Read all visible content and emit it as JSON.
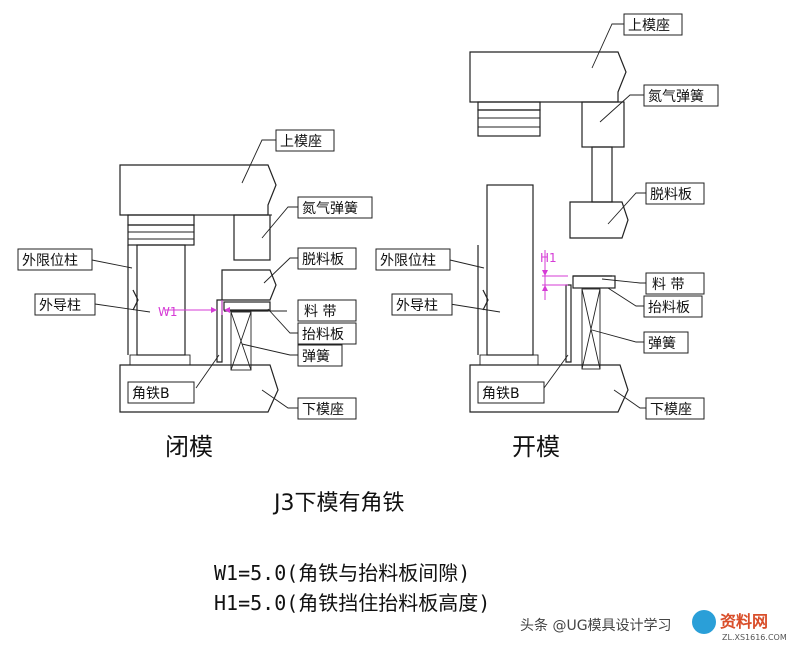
{
  "closed": {
    "caption": "闭模",
    "labels": {
      "upper_die_seat": "上模座",
      "nitrogen_spring": "氮气弹簧",
      "stripper_plate": "脱料板",
      "outer_limit_post": "外限位柱",
      "outer_guide_post": "外导柱",
      "material_strip": "料  带",
      "lifter_plate": "抬料板",
      "spring": "弹簧",
      "angle_iron": "角铁B",
      "lower_die_seat": "下模座"
    },
    "dim_label": "W1"
  },
  "open": {
    "caption": "开模",
    "labels": {
      "upper_die_seat": "上模座",
      "nitrogen_spring": "氮气弹簧",
      "stripper_plate": "脱料板",
      "outer_limit_post": "外限位柱",
      "outer_guide_post": "外导柱",
      "material_strip": "料  带",
      "lifter_plate": "抬料板",
      "spring": "弹簧",
      "angle_iron": "角铁B",
      "lower_die_seat": "下模座"
    },
    "dim_label": "H1"
  },
  "title": "J3下模有角铁",
  "notes": [
    "W1=5.0(角铁与抬料板间隙)",
    "H1=5.0(角铁挡住抬料板高度)"
  ],
  "watermark": {
    "text": "头条 @UG模具设计学习",
    "logo": "资料网",
    "logo_sub": "ZL.XS1616.COM"
  },
  "colors": {
    "dimension": "#d63bd6",
    "line": "#222222"
  }
}
